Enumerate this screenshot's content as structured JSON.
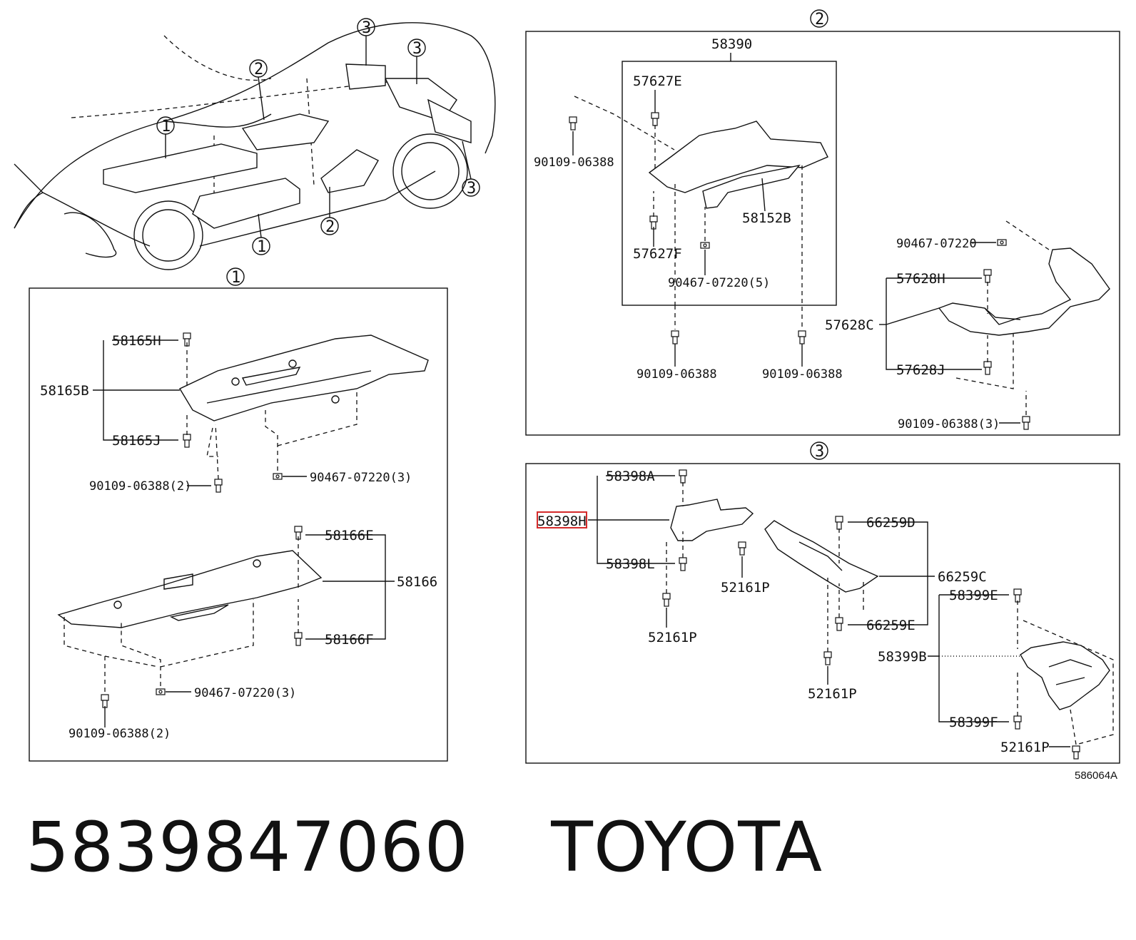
{
  "diagram_code": "586064A",
  "footer": {
    "part_number": "5839847060",
    "brand": "TOYOTA"
  },
  "callouts": {
    "one": "1",
    "two": "2",
    "three": "3"
  },
  "section1": {
    "top": {
      "assembly": "58165B",
      "clip_top": "58165H",
      "clip_bottom": "58165J",
      "bolt": "90109-06388(2)",
      "nut": "90467-07220(3)"
    },
    "bottom": {
      "assembly": "58166",
      "clip_top": "58166E",
      "clip_bottom": "58166F",
      "bolt": "90109-06388(2)",
      "nut": "90467-07220(3)"
    }
  },
  "section2": {
    "box_label": "58390",
    "clip_e": "57627E",
    "clip_f": "57627F",
    "duct": "58152B",
    "bolt_left": "90109-06388",
    "nut_inner": "90467-07220(5)",
    "bolt_bottom_left": "90109-06388",
    "bolt_bottom_right": "90109-06388",
    "nut_right": "90467-07220",
    "assy_right": "57628C",
    "clip_h": "57628H",
    "clip_j": "57628J",
    "bolt_right": "90109-06388(3)"
  },
  "section3": {
    "a": "58398A",
    "h": "58398H",
    "l": "58398L",
    "screw1": "52161P",
    "screw2": "52161P",
    "screw3": "52161P",
    "screw4": "52161P",
    "d": "66259D",
    "c": "66259C",
    "e66": "66259E",
    "e99": "58399E",
    "b99": "58399B",
    "f99": "58399F"
  }
}
